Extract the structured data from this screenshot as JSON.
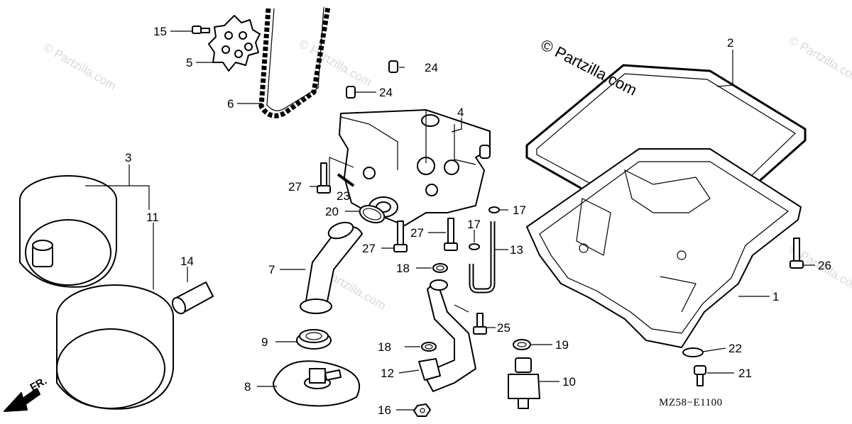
{
  "watermark": {
    "text": "© Partzilla.com"
  },
  "copyright": {
    "text": "© Partzilla.com"
  },
  "diagram_code": "MZ58−E1100",
  "direction_label": "FR.",
  "callouts": {
    "c1": "1",
    "c2": "2",
    "c3": "3",
    "c4": "4",
    "c5": "5",
    "c6": "6",
    "c7": "7",
    "c8": "8",
    "c9": "9",
    "c10": "10",
    "c11": "11",
    "c12": "12",
    "c13": "13",
    "c14": "14",
    "c15": "15",
    "c16": "16",
    "c17a": "17",
    "c17b": "17",
    "c18a": "18",
    "c18b": "18",
    "c19": "19",
    "c20": "20",
    "c21": "21",
    "c22": "22",
    "c23": "23",
    "c24a": "24",
    "c24b": "24",
    "c25": "25",
    "c26": "26",
    "c27a": "27",
    "c27b": "27",
    "c27c": "27"
  }
}
